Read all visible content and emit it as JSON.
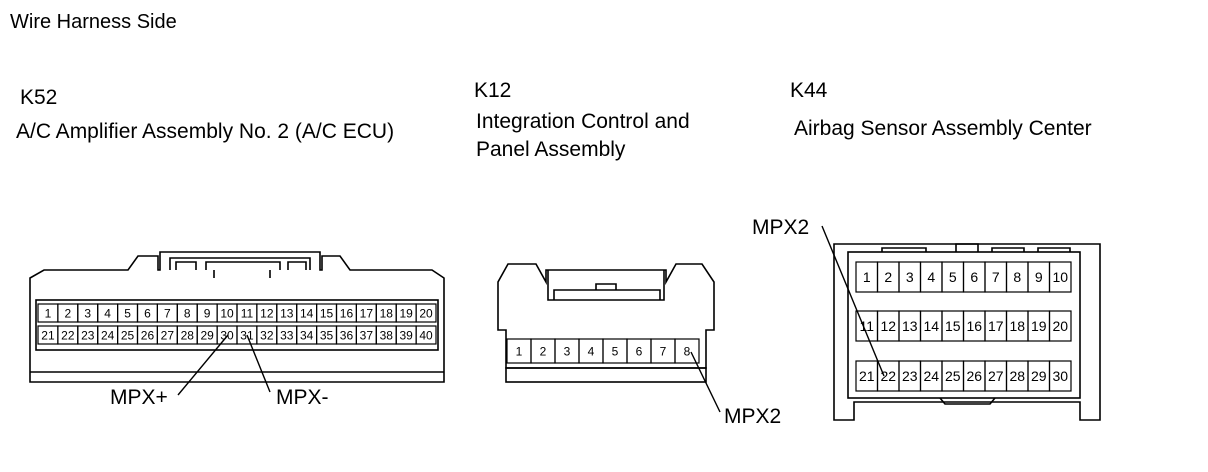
{
  "heading": "Wire Harness Side",
  "connectors": {
    "k52": {
      "code": "K52",
      "name": "A/C Amplifier Assembly No. 2 (A/C ECU)",
      "row1": [
        "1",
        "2",
        "3",
        "4",
        "5",
        "6",
        "7",
        "8",
        "9",
        "10",
        "11",
        "12",
        "13",
        "14",
        "15",
        "16",
        "17",
        "18",
        "19",
        "20"
      ],
      "row2": [
        "21",
        "22",
        "23",
        "24",
        "25",
        "26",
        "27",
        "28",
        "29",
        "30",
        "31",
        "32",
        "33",
        "34",
        "35",
        "36",
        "37",
        "38",
        "39",
        "40"
      ],
      "label_a": "MPX+",
      "label_b": "MPX-"
    },
    "k12": {
      "code": "K12",
      "name_line1": "Integration Control and",
      "name_line2": "Panel Assembly",
      "pins": [
        "1",
        "2",
        "3",
        "4",
        "5",
        "6",
        "7",
        "8"
      ],
      "label": "MPX2"
    },
    "k44": {
      "code": "K44",
      "name": "Airbag Sensor Assembly Center",
      "row1": [
        "1",
        "2",
        "3",
        "4",
        "5",
        "6",
        "7",
        "8",
        "9",
        "10"
      ],
      "row2": [
        "11",
        "12",
        "13",
        "14",
        "15",
        "16",
        "17",
        "18",
        "19",
        "20"
      ],
      "row3": [
        "21",
        "22",
        "23",
        "24",
        "25",
        "26",
        "27",
        "28",
        "29",
        "30"
      ],
      "label": "MPX2"
    }
  }
}
